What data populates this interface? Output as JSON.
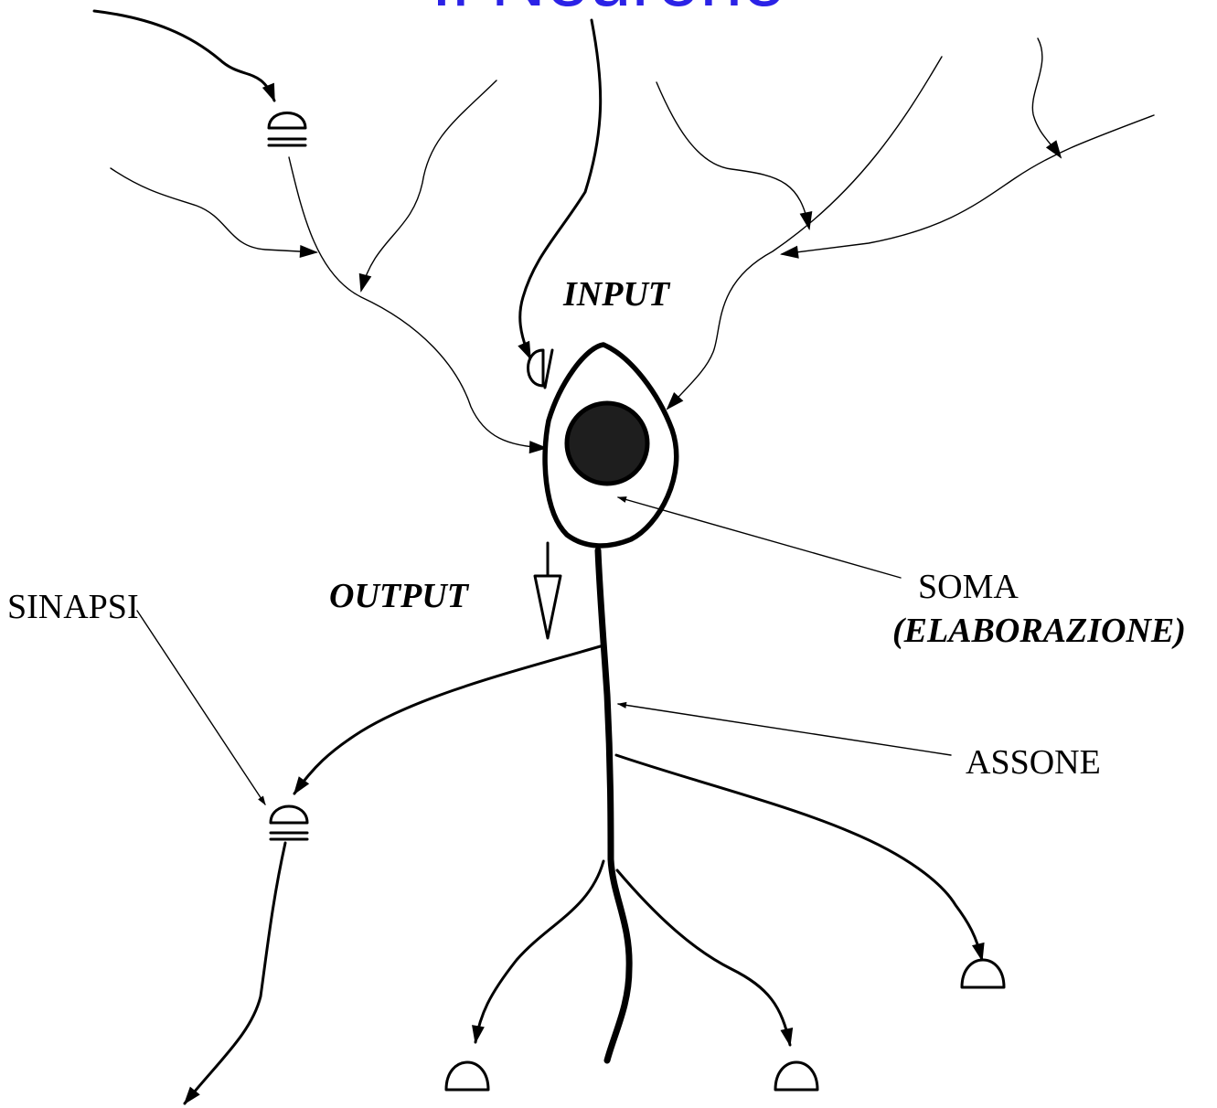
{
  "title": "Il Neurone",
  "labels": {
    "input": "INPUT",
    "output": "OUTPUT",
    "soma": "SOMA",
    "soma_sub": "(ELABORAZIONE)",
    "assone": "ASSONE",
    "sinapsi": "SINAPSI"
  },
  "colors": {
    "title": "#2b22e6",
    "lines": "#000000",
    "nucleus": "#1e1e1e"
  }
}
